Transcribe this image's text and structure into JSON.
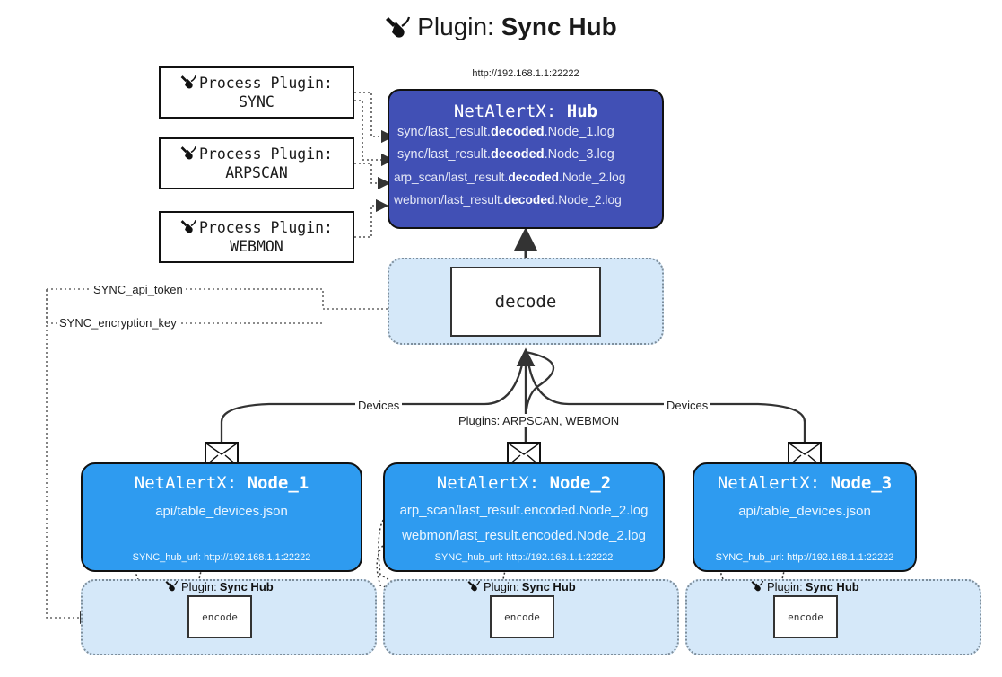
{
  "title": {
    "prefix": "Plugin: ",
    "name": "Sync Hub",
    "icon": "plug-icon"
  },
  "hub": {
    "url": "http://192.168.1.1:22222",
    "title_prefix": "NetAlertX: ",
    "title_name": "Hub",
    "loglines": [
      {
        "pre": "sync/last_result.",
        "bold": "decoded",
        "post": ".Node_1.log"
      },
      {
        "pre": "sync/last_result.",
        "bold": "decoded",
        "post": ".Node_3.log"
      },
      {
        "pre": "arp_scan/last_result.",
        "bold": "decoded",
        "post": ".Node_2.log"
      },
      {
        "pre": "webmon/last_result.",
        "bold": "decoded",
        "post": ".Node_2.log"
      }
    ]
  },
  "process_plugins": [
    {
      "label": "Process Plugin:",
      "name": "SYNC"
    },
    {
      "label": "Process Plugin:",
      "name": "ARPSCAN"
    },
    {
      "label": "Process Plugin:",
      "name": "WEBMON"
    }
  ],
  "decode": {
    "label": "decode"
  },
  "config_labels": {
    "api_token": "SYNC_api_token",
    "encryption_key": "SYNC_encryption_key"
  },
  "edge_labels": {
    "devices_left": "Devices",
    "devices_right": "Devices",
    "plugins_center": "Plugins: ARPSCAN, WEBMON"
  },
  "nodes": [
    {
      "title_prefix": "NetAlertX: ",
      "title_name": "Node_1",
      "lines": [
        "api/table_devices.json"
      ],
      "footer": "SYNC_hub_url: http://192.168.1.1:22222"
    },
    {
      "title_prefix": "NetAlertX: ",
      "title_name": "Node_2",
      "lines": [
        "arp_scan/last_result.encoded.Node_2.log",
        "webmon/last_result.encoded.Node_2.log"
      ],
      "footer": "SYNC_hub_url: http://192.168.1.1:22222"
    },
    {
      "title_prefix": "NetAlertX: ",
      "title_name": "Node_3",
      "lines": [
        "api/table_devices.json"
      ],
      "footer": "SYNC_hub_url: http://192.168.1.1:22222"
    }
  ],
  "encode_sections": [
    {
      "label_prefix": "Plugin: ",
      "label_name": "Sync Hub",
      "box": "encode"
    },
    {
      "label_prefix": "Plugin: ",
      "label_name": "Sync Hub",
      "box": "encode"
    },
    {
      "label_prefix": "Plugin: ",
      "label_name": "Sync Hub",
      "box": "encode"
    }
  ],
  "colors": {
    "hub_fill": "#4150b5",
    "node_fill": "#2e9bf0",
    "container_fill": "#d5e8f9",
    "stroke": "#111111"
  }
}
